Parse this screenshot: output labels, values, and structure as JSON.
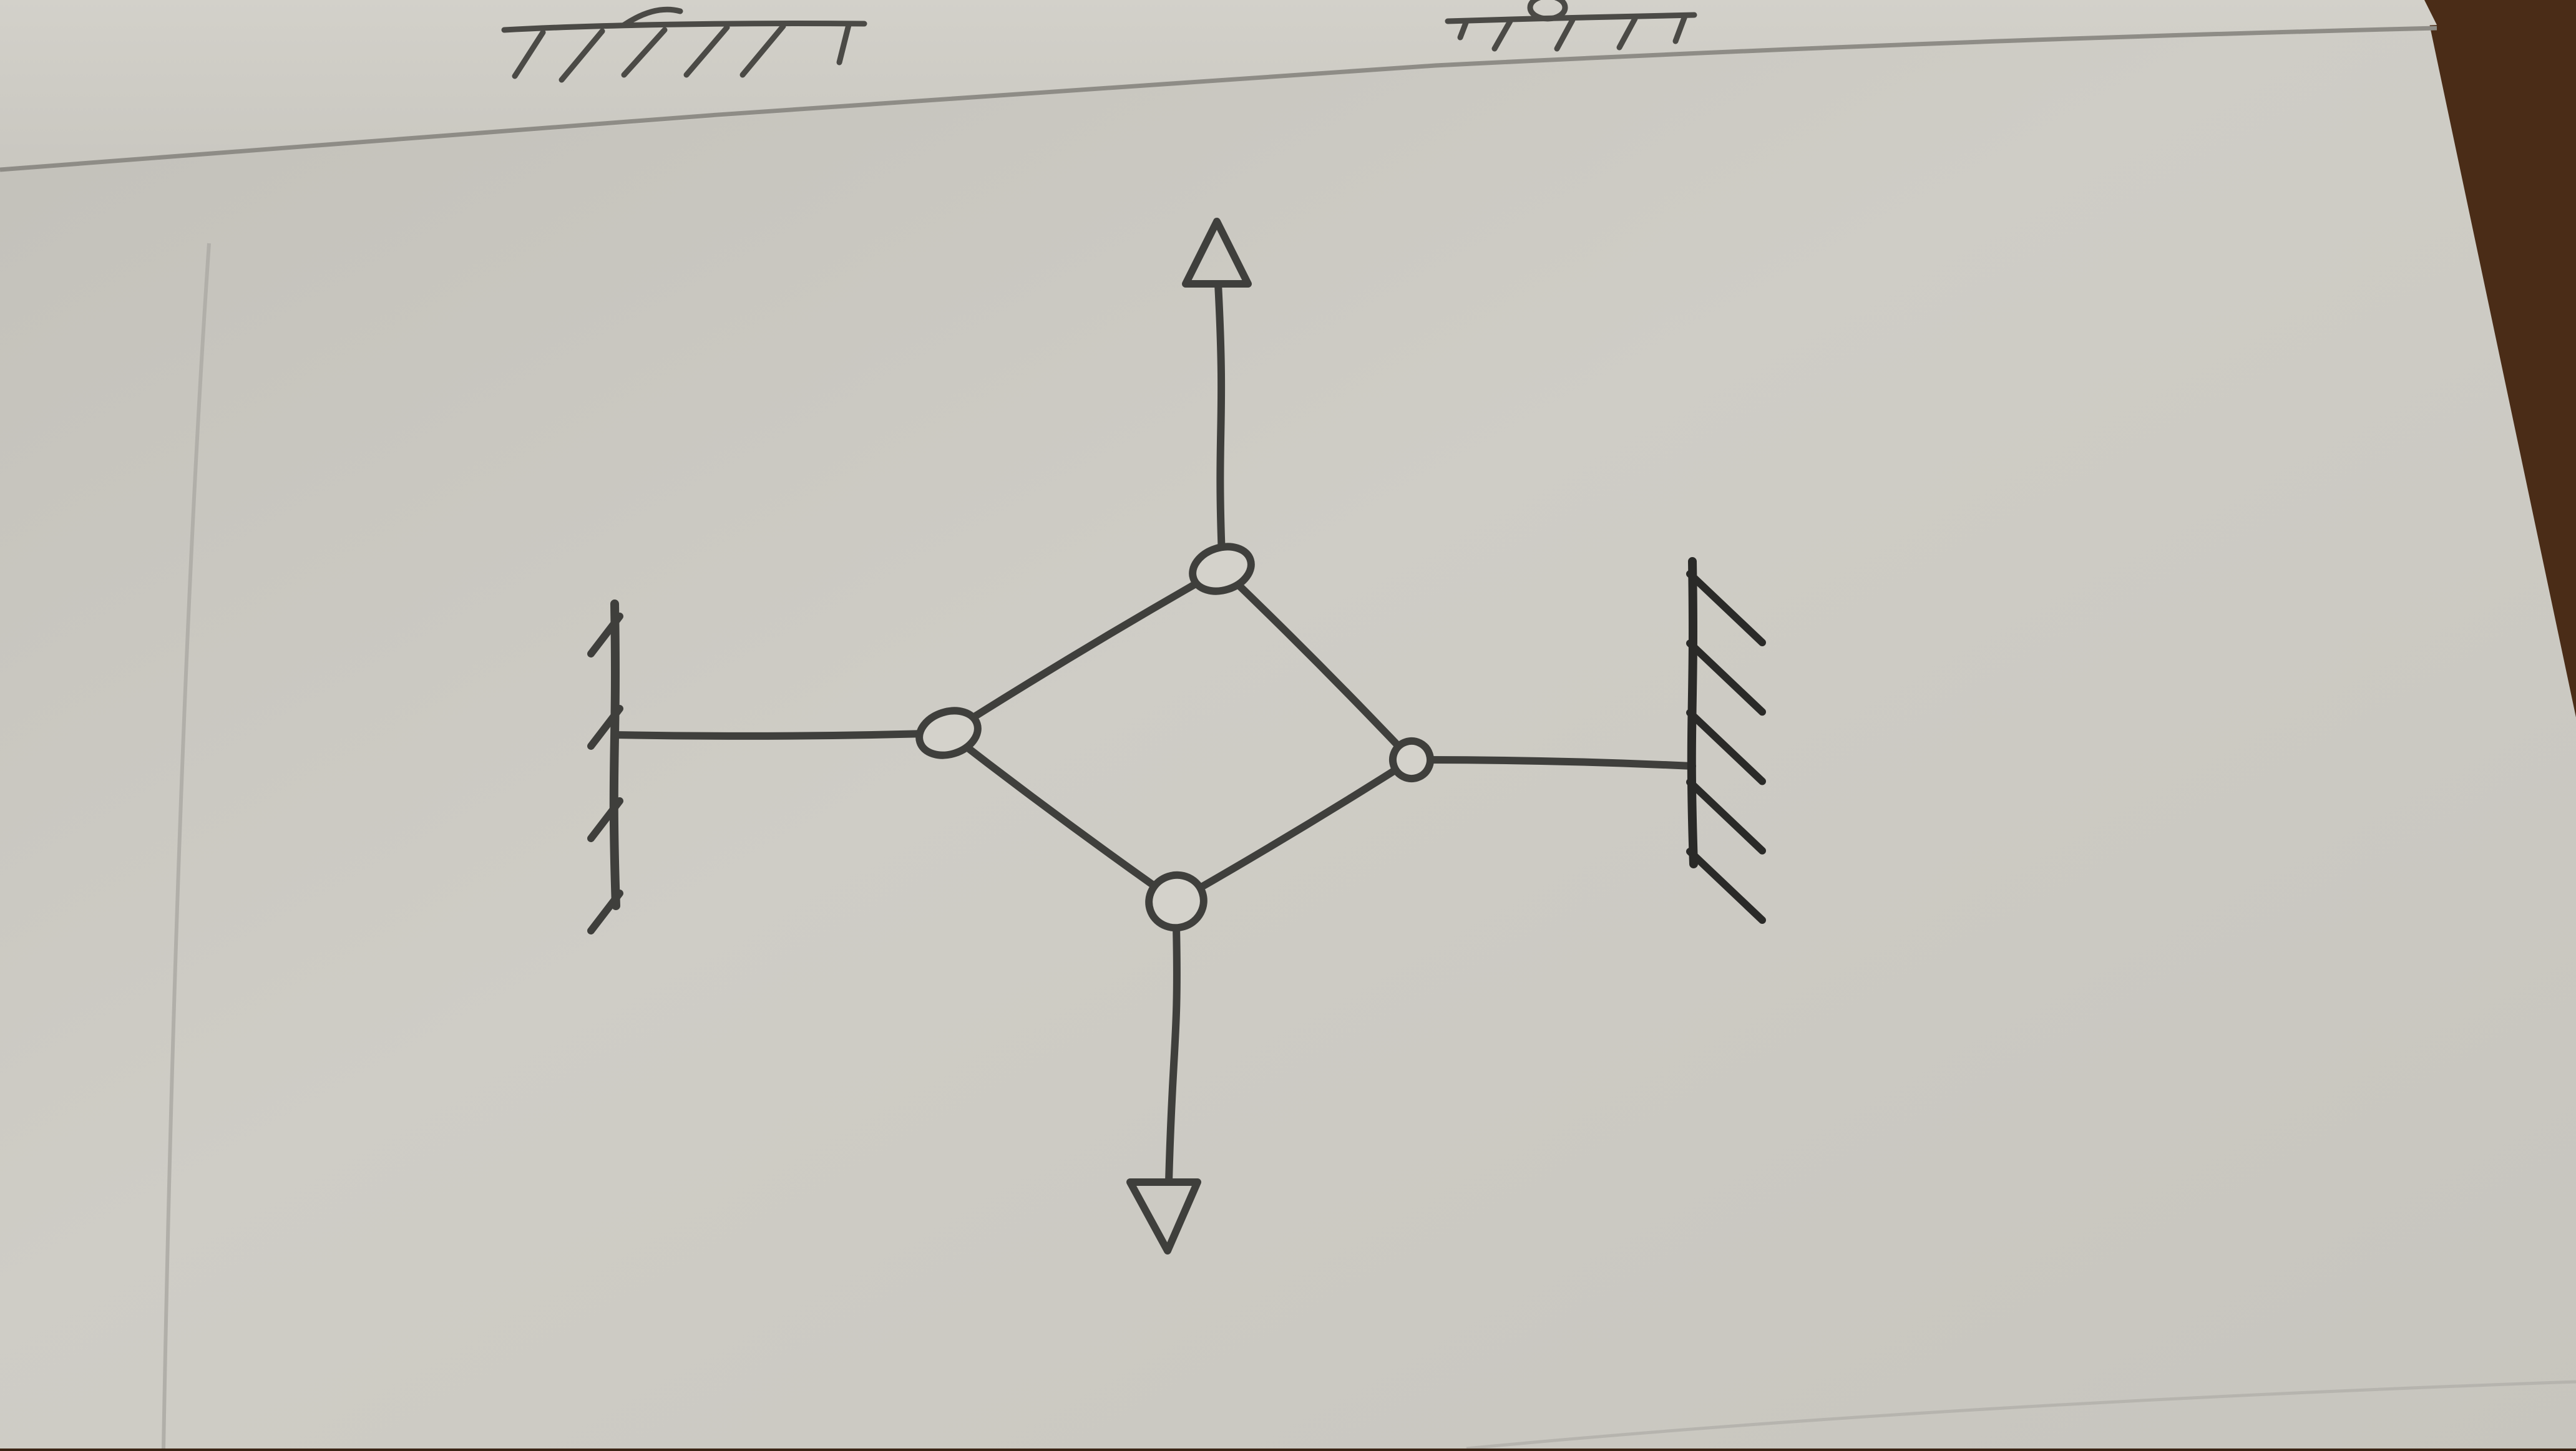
{
  "colors": {
    "paper": "#c9c7c0",
    "paper_light": "#d4d2cb",
    "paper_shadow": "#a9a7a1",
    "ink": "#3f3f3c",
    "ink_dark": "#2a2a28",
    "table": "#4a2c17"
  },
  "diagram": {
    "nodes": [
      {
        "id": "top",
        "kind": "hinge"
      },
      {
        "id": "left",
        "kind": "hinge"
      },
      {
        "id": "right",
        "kind": "hinge"
      },
      {
        "id": "bottom",
        "kind": "hinge"
      }
    ],
    "edges": [
      {
        "from": "left",
        "to": "top",
        "kind": "bar"
      },
      {
        "from": "top",
        "to": "right",
        "kind": "bar"
      },
      {
        "from": "right",
        "to": "bottom",
        "kind": "bar"
      },
      {
        "from": "bottom",
        "to": "left",
        "kind": "bar"
      },
      {
        "from": "left",
        "to": "support-left",
        "kind": "bar"
      },
      {
        "from": "right",
        "to": "support-right",
        "kind": "bar"
      }
    ],
    "supports": [
      {
        "id": "support-left",
        "kind": "fixed-wall",
        "hatch_marks": 4
      },
      {
        "id": "support-right",
        "kind": "fixed-wall",
        "hatch_marks": 5
      }
    ],
    "loads": [
      {
        "at": "top",
        "direction": "up",
        "icon": "arrow-up-icon"
      },
      {
        "at": "bottom",
        "direction": "down",
        "icon": "arrow-down-icon"
      }
    ]
  },
  "previous_sheet": {
    "visible": true,
    "supports": [
      {
        "kind": "ground-hatch"
      },
      {
        "kind": "roller-support"
      }
    ]
  }
}
